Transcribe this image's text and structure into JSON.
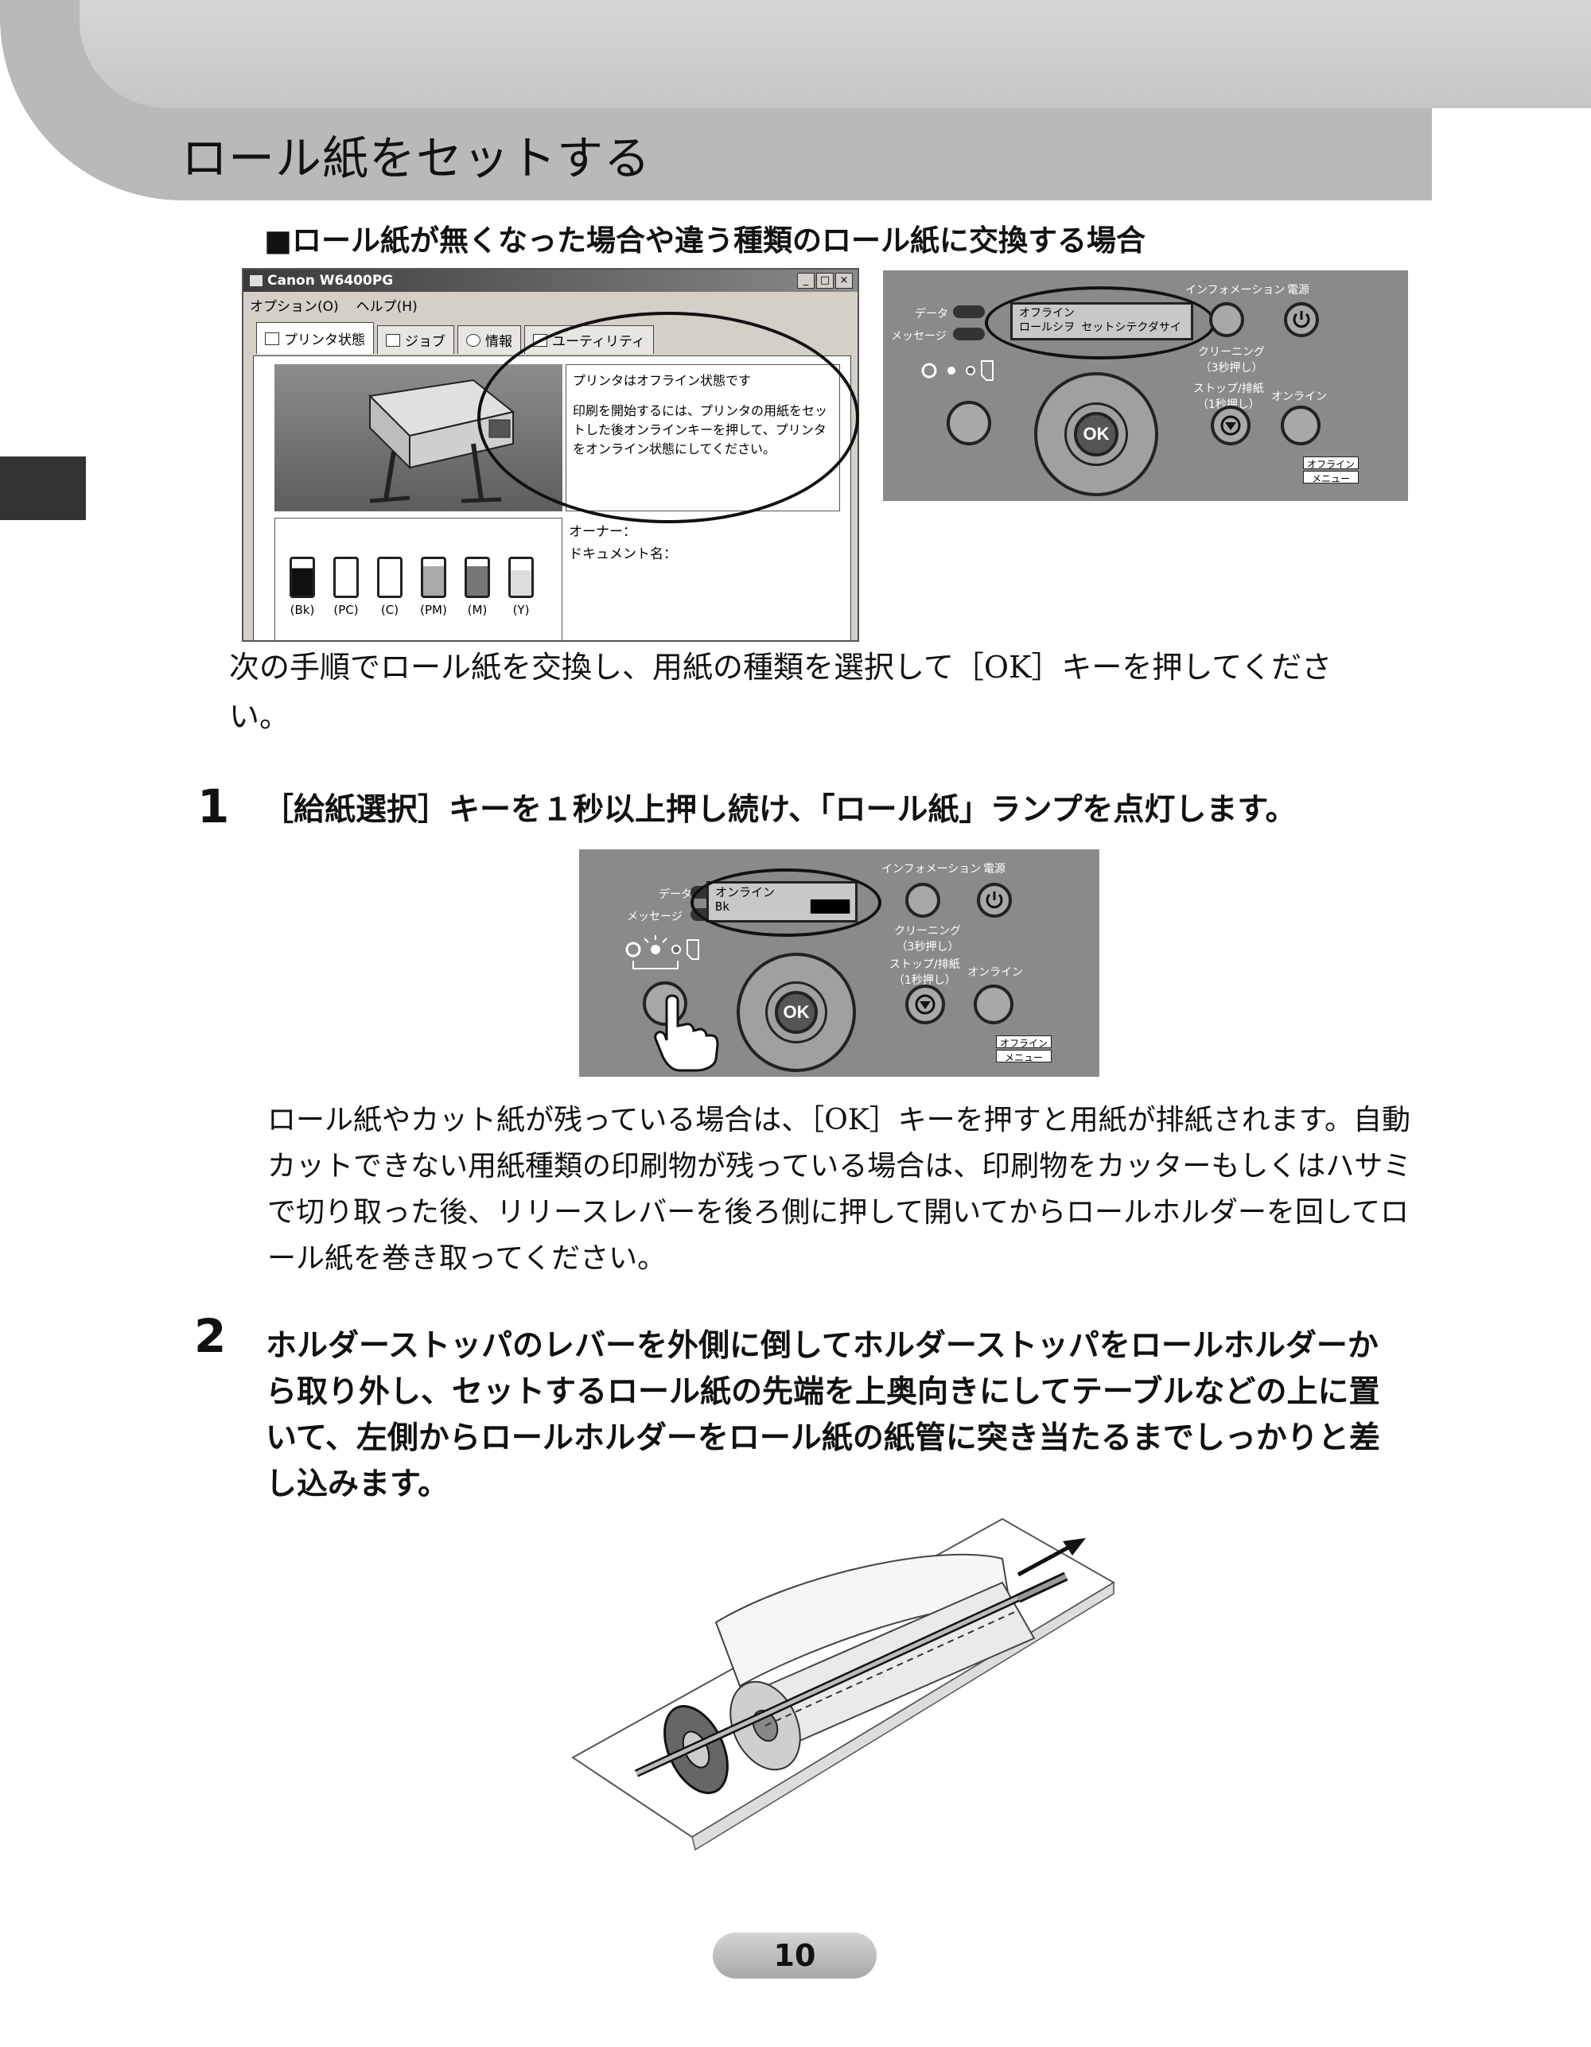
{
  "header": {
    "title": "ロール紙をセットする"
  },
  "subheading": "■ロール紙が無くなった場合や違う種類のロール紙に交換する場合",
  "window": {
    "title": "Canon W6400PG",
    "controls": [
      "_",
      "□",
      "×"
    ],
    "menu": [
      "オプション(O)",
      "ヘルプ(H)"
    ],
    "tabs": [
      "プリンタ状態",
      "ジョブ",
      "情報",
      "ユーティリティ"
    ],
    "status_line": "プリンタはオフライン状態です",
    "status_detail": "印刷を開始するには、プリンタの用紙をセットした後オンラインキーを押して、プリンタをオンライン状態にしてください。",
    "owner_label": "オーナー：",
    "document_label": "ドキュメント名：",
    "inks": [
      "(Bk)",
      "(PC)",
      "(C)",
      "(PM)",
      "(M)",
      "(Y)"
    ]
  },
  "panel1": {
    "lcd_line1": "オフライン",
    "lcd_line2": "ロールシヲ セットシテクダサイ",
    "label_data": "データ",
    "label_message": "メッセージ",
    "label_info": "インフォメーション",
    "label_power": "電源",
    "label_cleaning": "クリーニング\n（3秒押し）",
    "label_stop": "ストップ/排紙\n（1秒押し）",
    "label_online": "オンライン",
    "tag_offline": "オフライン",
    "tag_menu": "メニュー",
    "ok": "OK"
  },
  "intro_text": "次の手順でロール紙を交換し、用紙の種類を選択して［OK］キーを押してください。",
  "steps": [
    {
      "number": "1",
      "text": "［給紙選択］キーを１秒以上押し続け、「ロール紙」ランプを点灯します。"
    },
    {
      "number": "2",
      "text": "ホルダーストッパのレバーを外側に倒してホルダーストッパをロールホルダーから取り外し、セットするロール紙の先端を上奥向きにしてテーブルなどの上に置いて、左側からロールホルダーをロール紙の紙管に突き当たるまでしっかりと差し込みます。"
    }
  ],
  "panel2": {
    "lcd_line1": "オンライン",
    "lcd_line2": "Bk",
    "label_data": "データ",
    "label_message": "メッセージ",
    "label_info": "インフォメーション",
    "label_power": "電源",
    "label_cleaning": "クリーニング\n（3秒押し）",
    "label_stop": "ストップ/排紙\n（1秒押し）",
    "label_online": "オンライン",
    "tag_offline": "オフライン",
    "tag_menu": "メニュー",
    "ok": "OK"
  },
  "step1_note": "ロール紙やカット紙が残っている場合は、［OK］キーを押すと用紙が排紙されます。自動カットできない用紙種類の印刷物が残っている場合は、印刷物をカッターもしくはハサミで切り取った後、リリースレバーを後ろ側に押して開いてからロールホルダーを回してロール紙を巻き取ってください。",
  "page_number": "10"
}
